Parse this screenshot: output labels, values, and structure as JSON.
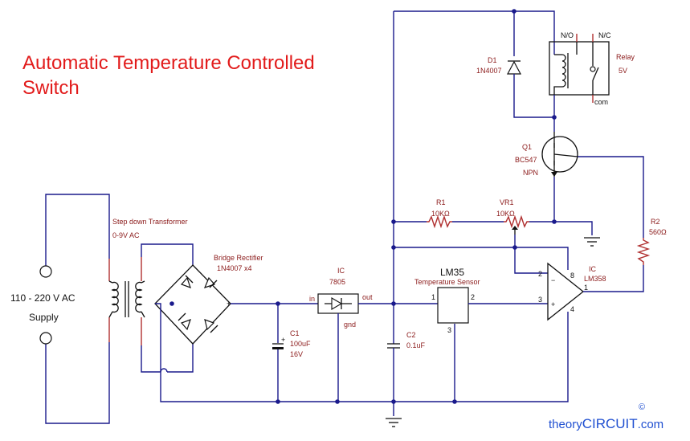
{
  "title": {
    "line1": "Automatic Temperature Controlled",
    "line2": "Switch"
  },
  "supply": {
    "voltage": "110 - 220 V AC",
    "label": "Supply"
  },
  "transformer": {
    "name": "Step down Transformer",
    "rating": "0-9V AC"
  },
  "rectifier": {
    "name": "Bridge Rectifier",
    "rating": "1N4007 x4"
  },
  "regulator": {
    "ref": "IC",
    "part": "7805",
    "pin_in": "in",
    "pin_out": "out",
    "pin_gnd": "gnd"
  },
  "c1": {
    "ref": "C1",
    "value": "100uF",
    "voltage": "16V",
    "polarity": "+"
  },
  "c2": {
    "ref": "C2",
    "value": "0.1uF"
  },
  "sensor": {
    "part": "LM35",
    "name": "Temperature Sensor",
    "pin1": "1",
    "pin2": "2",
    "pin3": "3"
  },
  "opamp": {
    "ref": "IC",
    "part": "LM358",
    "pin2": "2",
    "pin3": "3",
    "pin8": "8",
    "pin1": "1",
    "pin4": "4",
    "minus": "−",
    "plus": "+"
  },
  "r1": {
    "ref": "R1",
    "value": "10KΩ"
  },
  "vr1": {
    "ref": "VR1",
    "value": "10KΩ"
  },
  "r2": {
    "ref": "R2",
    "value": "560Ω"
  },
  "q1": {
    "ref": "Q1",
    "part": "BC547",
    "type": "NPN"
  },
  "d1": {
    "ref": "D1",
    "part": "1N4007"
  },
  "relay": {
    "name": "Relay",
    "voltage": "5V",
    "no": "N/O",
    "nc": "N/C",
    "com": "com"
  },
  "rect_out_plus": "+",
  "brand": {
    "copyright": "©",
    "prefix": "theory",
    "highlight": "CIRCUIT",
    "suffix": ".com"
  },
  "colors": {
    "title": "#e21b1b",
    "wire": "#1a1a8c",
    "label": "#8b1a1a",
    "brand_blue": "#1f4fd1"
  }
}
